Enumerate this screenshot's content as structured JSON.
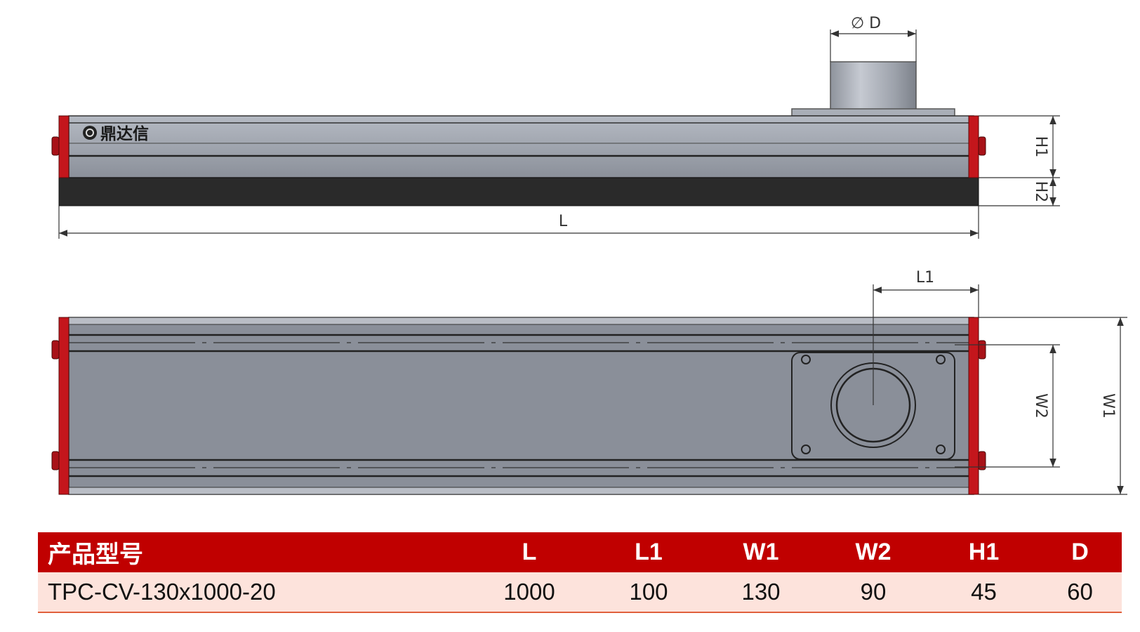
{
  "brand": {
    "logo_text": "鼎达信"
  },
  "dimension_labels": {
    "d": "∅ D",
    "l": "L",
    "l1": "L1",
    "h1": "H1",
    "h2": "H2",
    "w1": "W1",
    "w2": "W2"
  },
  "colors": {
    "accent_red": "#c00000",
    "end_cap_red": "#c4161c",
    "body_grey": "#8a8f99",
    "dark_base": "#2a2a2a",
    "row_fill": "#fde3dc"
  },
  "table": {
    "headers": [
      "产品型号",
      "L",
      "L1",
      "W1",
      "W2",
      "H1",
      "D"
    ],
    "rows": [
      [
        "TPC-CV-130x1000-20",
        "1000",
        "100",
        "130",
        "90",
        "45",
        "60"
      ]
    ]
  }
}
